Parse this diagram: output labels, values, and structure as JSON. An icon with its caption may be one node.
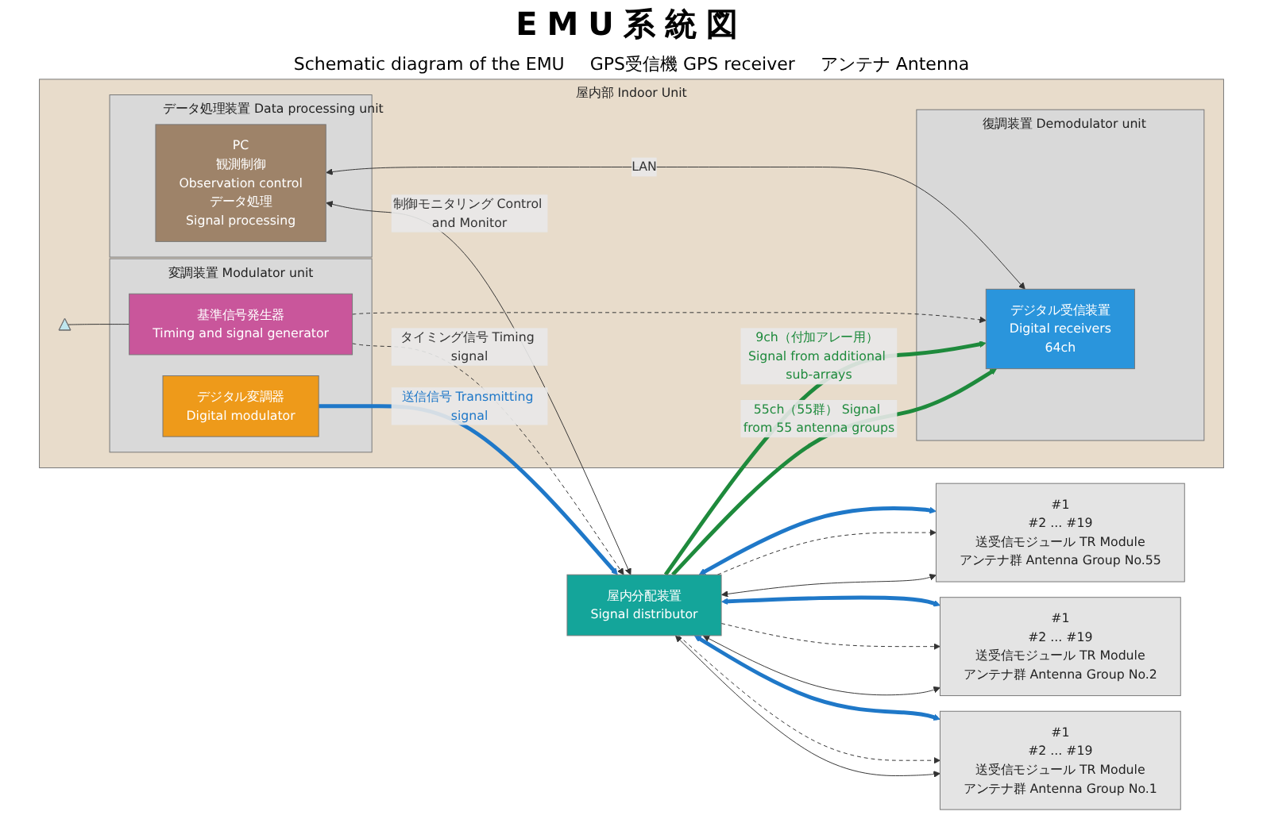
{
  "diagram": {
    "title": "EMU系統図",
    "nodes": [
      {
        "text": [
          "屋内部 Indoor Unit"
        ]
      },
      {
        "text": [
          "変調装置 Modulator unit"
        ],
        "in": 0
      },
      {
        "text": [
          "基準信号発生器",
          "Timing and signal generator"
        ],
        "in": 1
      },
      {
        "text": [
          "デジタル変調器",
          "Digital modulator"
        ],
        "in": 1
      },
      {
        "text": [],
        "shape": "antenna",
        "in": 0
      },
      {
        "text": [
          "データ処理装置 Data processing unit"
        ],
        "in": 0
      },
      {
        "text": [
          "PC",
          "観測制御",
          "Observation control",
          "データ処理",
          "Signal processing"
        ],
        "in": 5
      },
      {
        "text": [
          "復調装置 Demodulator unit"
        ],
        "in": 0
      },
      {
        "text": [
          "デジタル受信装置",
          "Digital receivers",
          "64ch"
        ],
        "in": 7
      },
      {
        "text": [
          "屋内分配装置",
          "Signal distributor"
        ]
      },
      {
        "text": [
          "#1",
          "#2 ... #19",
          "送受信モジュール TR Module",
          "アンテナ群 Antenna Group No.1"
        ]
      },
      {
        "text": [
          "#1",
          "#2 ... #19",
          "送受信モジュール TR Module",
          "アンテナ群 Antenna Group No.2"
        ]
      },
      {
        "text": [
          "#1",
          "#2 ... #19",
          "送受信モジュール TR Module",
          "アンテナ群 Antenna Group No.55"
        ]
      }
    ],
    "edges": [
      {
        "from": 6,
        "to": 9,
        "arrow": "both",
        "label": "制御モニタリング Control and Monitor"
      },
      {
        "from": 2,
        "to": 9,
        "arrow": "to",
        "style": "dashed",
        "label": "タイミング信号 Timing signal"
      },
      {
        "from": 4,
        "to": 2,
        "arrow": "none"
      },
      {
        "from": 3,
        "to": 9,
        "arrow": "to",
        "style": "thick",
        "color": "#1f78c8",
        "label": "送信信号 Transmitting signal"
      },
      {
        "from": 2,
        "to": 8,
        "arrow": "to",
        "style": "dashed"
      },
      {
        "from": 6,
        "to": 8,
        "arrow": "both",
        "label": "LAN"
      },
      {
        "from": 9,
        "to": 8,
        "arrow": "to",
        "style": "thick",
        "color": "#1e8a3c",
        "label": "55ch（55群） Signal from 55 antenna groups"
      },
      {
        "from": 9,
        "to": 8,
        "arrow": "to",
        "style": "thick",
        "color": "#1e8a3c",
        "label": "9ch（付加アレー用） Signal from additional sub-arrays"
      },
      {
        "from": 9,
        "to": 10,
        "arrow": "both"
      },
      {
        "from": 9,
        "to": 10,
        "arrow": "to",
        "style": "dashed"
      },
      {
        "from": 9,
        "to": 10,
        "arrow": "both",
        "style": "thick",
        "color": "#1f78c8"
      },
      {
        "from": 9,
        "to": 11,
        "arrow": "both"
      },
      {
        "from": 9,
        "to": 11,
        "arrow": "to",
        "style": "dashed"
      },
      {
        "from": 9,
        "to": 11,
        "arrow": "both",
        "style": "thick",
        "color": "#1f78c8"
      },
      {
        "from": 9,
        "to": 12,
        "arrow": "both"
      },
      {
        "from": 9,
        "to": 12,
        "arrow": "to",
        "style": "dashed"
      },
      {
        "from": 9,
        "to": 12,
        "arrow": "both",
        "style": "thick",
        "color": "#1f78c8"
      }
    ],
    "labels": [
      "Schematic diagram of the EMU",
      "GPS受信機 GPS receiver",
      "アンテナ Antenna"
    ]
  }
}
